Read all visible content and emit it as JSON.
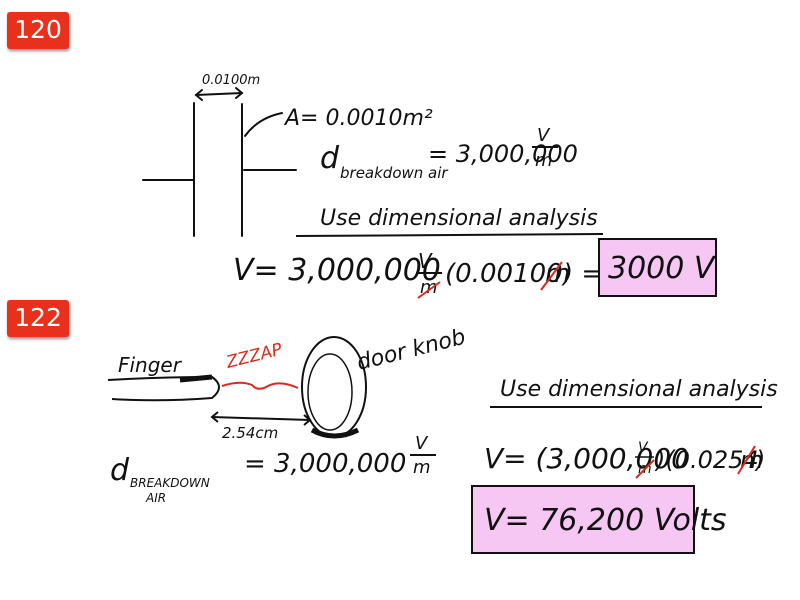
{
  "problem_120": {
    "number": "120",
    "plate_width_label": "0.0100m",
    "area_label": "A= 0.0010m²",
    "breakdown_symbol": "d",
    "breakdown_subscript": "breakdown air",
    "breakdown_equals": "= 3,000,000",
    "unit_numerator": "V",
    "unit_denominator": "m",
    "method_heading": "Use dimensional analysis",
    "equation_lhs": "V=  3,000,000",
    "equation_paren": "(0.00100",
    "equation_cancel": "m",
    "equation_close": ")  =",
    "answer": "3000 V",
    "answer_fill": "#f7c7f3"
  },
  "problem_122": {
    "number": "122",
    "finger_label": "Finger",
    "spark_label": "ZZZAP",
    "knob_label": "door knob",
    "gap_label": "2.54cm",
    "breakdown_symbol": "d",
    "breakdown_subscript_line1": "BREAKDOWN",
    "breakdown_subscript_line2": "AIR",
    "breakdown_equals": "= 3,000,000",
    "unit_numerator": "V",
    "unit_denominator": "m",
    "method_heading": "Use dimensional analysis",
    "equation_lhs": "V= (3,000,000",
    "equation_mid": ")(0.0254",
    "equation_cancel": "m",
    "equation_close": ")",
    "answer": "V= 76,200 Volts",
    "answer_fill": "#f7c7f3"
  },
  "colors": {
    "badge": "#e8301c",
    "ink": "#111111",
    "annotation": "#d92a1e"
  }
}
